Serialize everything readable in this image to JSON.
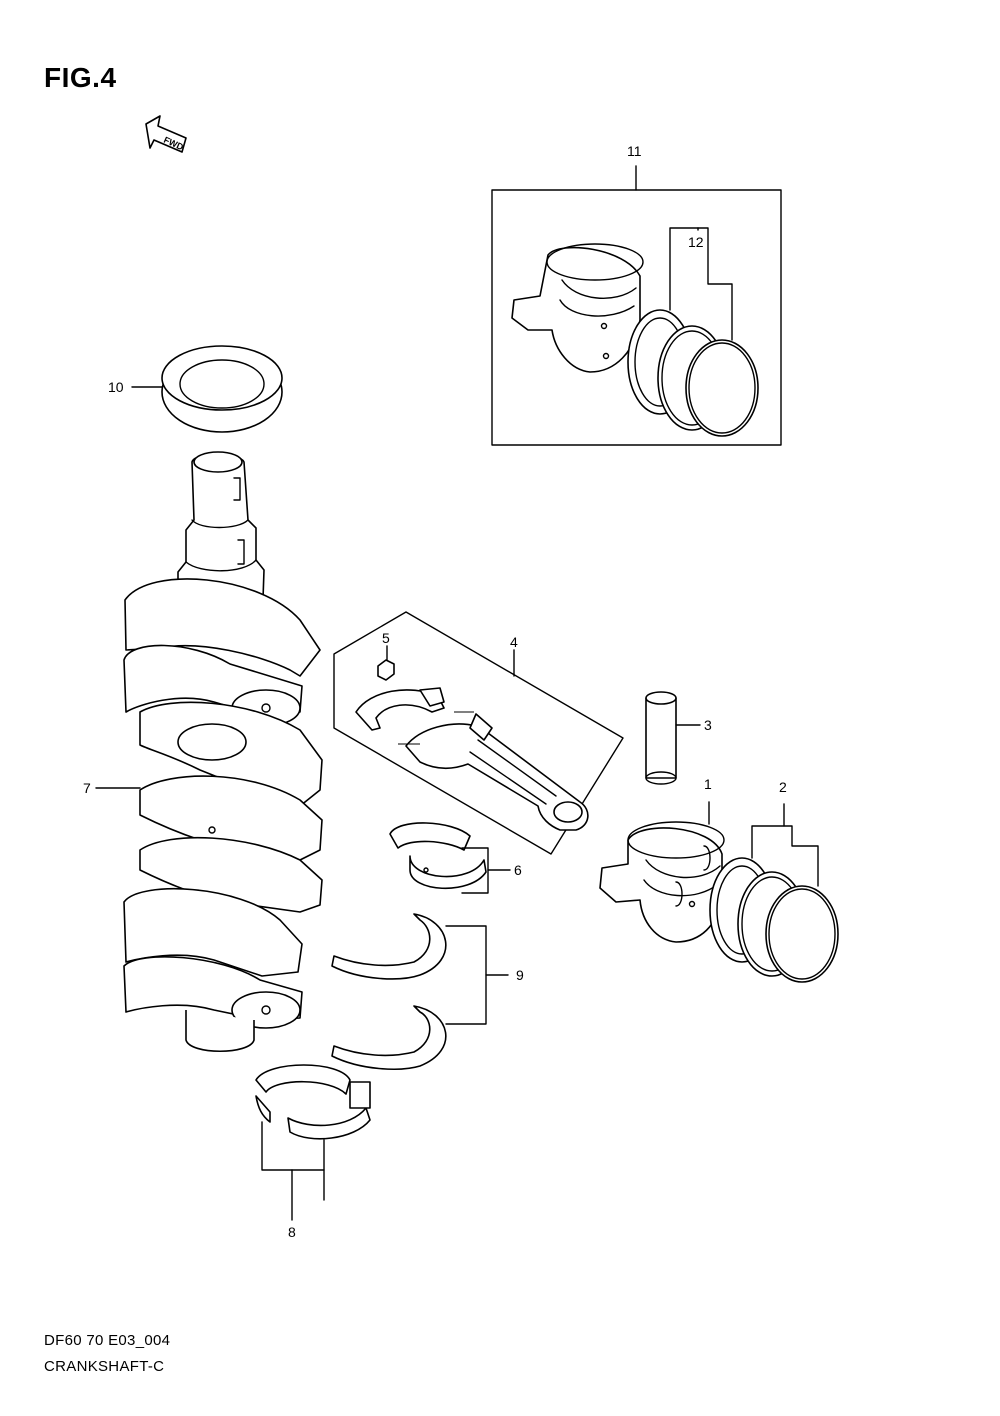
{
  "figure": {
    "title": "FIG.4",
    "fwd_label": "FWD"
  },
  "callouts": [
    "1",
    "2",
    "3",
    "4",
    "5",
    "6",
    "7",
    "8",
    "9",
    "10",
    "11",
    "12"
  ],
  "footer": {
    "code": "DF60 70 E03_004",
    "name": "CRANKSHAFT-C"
  }
}
